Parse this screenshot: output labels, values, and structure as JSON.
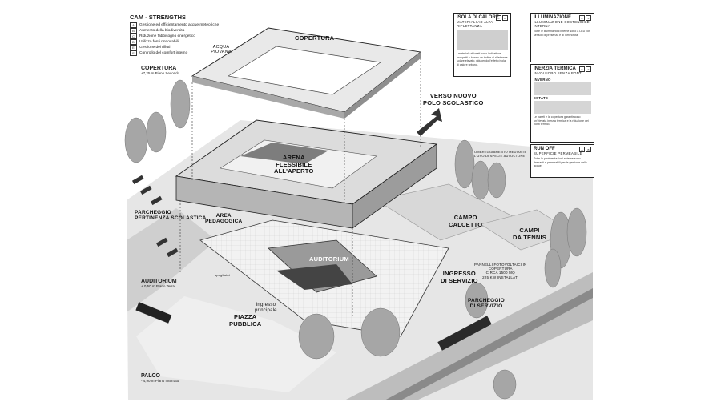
{
  "legend": {
    "title": "CAM - STRENGTHS",
    "items": [
      {
        "key": "A",
        "label": "Gestione ed efficientamento acque meteoriche"
      },
      {
        "key": "B",
        "label": "Aumento della biodiversità"
      },
      {
        "key": "C",
        "label": "Riduzione fabbisogno energetico"
      },
      {
        "key": "D",
        "label": "Utilizzo fonti rinnovabili"
      },
      {
        "key": "E",
        "label": "Gestione dei rifiuti"
      },
      {
        "key": "F",
        "label": "Controllo del comfort interno"
      }
    ]
  },
  "levels": {
    "copertura": {
      "title": "COPERTURA",
      "sub": "+7,25 m Piano Secondo"
    },
    "auditorium": {
      "title": "AUDITORIUM",
      "sub": "+ 0,50 m Piano Terra"
    },
    "palco": {
      "title": "PALCO",
      "sub": "- 4,90 m Piano Interrato"
    }
  },
  "labels": {
    "copertura_roof": "COPERTURA",
    "acqua_piovana": "ACQUA PIOVANA",
    "verso": "VERSO NUOVO\nPOLO SCOLASTICO",
    "arena": "ARENA\nFLESSIBILE\nALL'APERTO",
    "parcheggio_pertinenza": "PARCHEGGIO\nPERTINENZA SCOLASTICA",
    "area": "AREA\nPEDAGOGICA",
    "campo_calcetto": "CAMPO\nCALCETTO",
    "campi_tennis": "CAMPI\nDA TENNIS",
    "auditorium": "AUDITORIUM",
    "ingresso_servizio": "INGRESSO\nDI SERVIZIO",
    "ingresso_principale": "Ingresso\nprincipale",
    "piazza": "PIAZZA\nPUBBLICA",
    "parcheggio_servizi": "PARCHEGGIO\nDI SERVIZIO",
    "ombreggiamento": "OMBREGGIAMENTO MEDIANTE\nL'USO DI SPECIE AUTOCTONE",
    "pannelli": "PANNELLI FOTOVOLTAICI IN\nCOPERTURA\nCIRCA 1500 MQ\n225 KW INSTALLATI",
    "wingspan": "spogliatoi"
  },
  "panels": {
    "isola": {
      "title": "ISOLA DI CALORE",
      "sub": "MATERIALI AD ALTA RIFLETTANZA",
      "icons": [
        "C",
        "D"
      ],
      "text": "I materiali utilizzati sono indicati nei prospetti e hanno un indice di riflettanza solare elevato, riducendo l'effetto isola di calore urbano."
    },
    "illuminazione": {
      "title": "ILLUMINAZIONE",
      "sub": "ILLUMINAZIONE SOSTENIBILE INTERNA",
      "icons": [
        "C",
        "F"
      ],
      "text": "Tutte le illuminazioni interne sono a LED con sensori di presenza e di luminosità."
    },
    "inerzia": {
      "title": "INERZIA TERMICA",
      "sub": "INVOLUCRO SENZA PONTI",
      "icons": [
        "C",
        "F"
      ],
      "inverno": "INVERNO",
      "estate": "ESTATE",
      "text": "Le pareti e la copertura garantiscono un'elevata inerzia termica e la riduzione dei ponti termici."
    },
    "run": {
      "title": "RUN OFF",
      "sub": "SUPERFICIE PERMEABILE",
      "icons": [
        "A",
        "B"
      ],
      "text": "Tutte le pavimentazioni esterne sono drenanti e permeabili per la gestione delle acque."
    }
  }
}
